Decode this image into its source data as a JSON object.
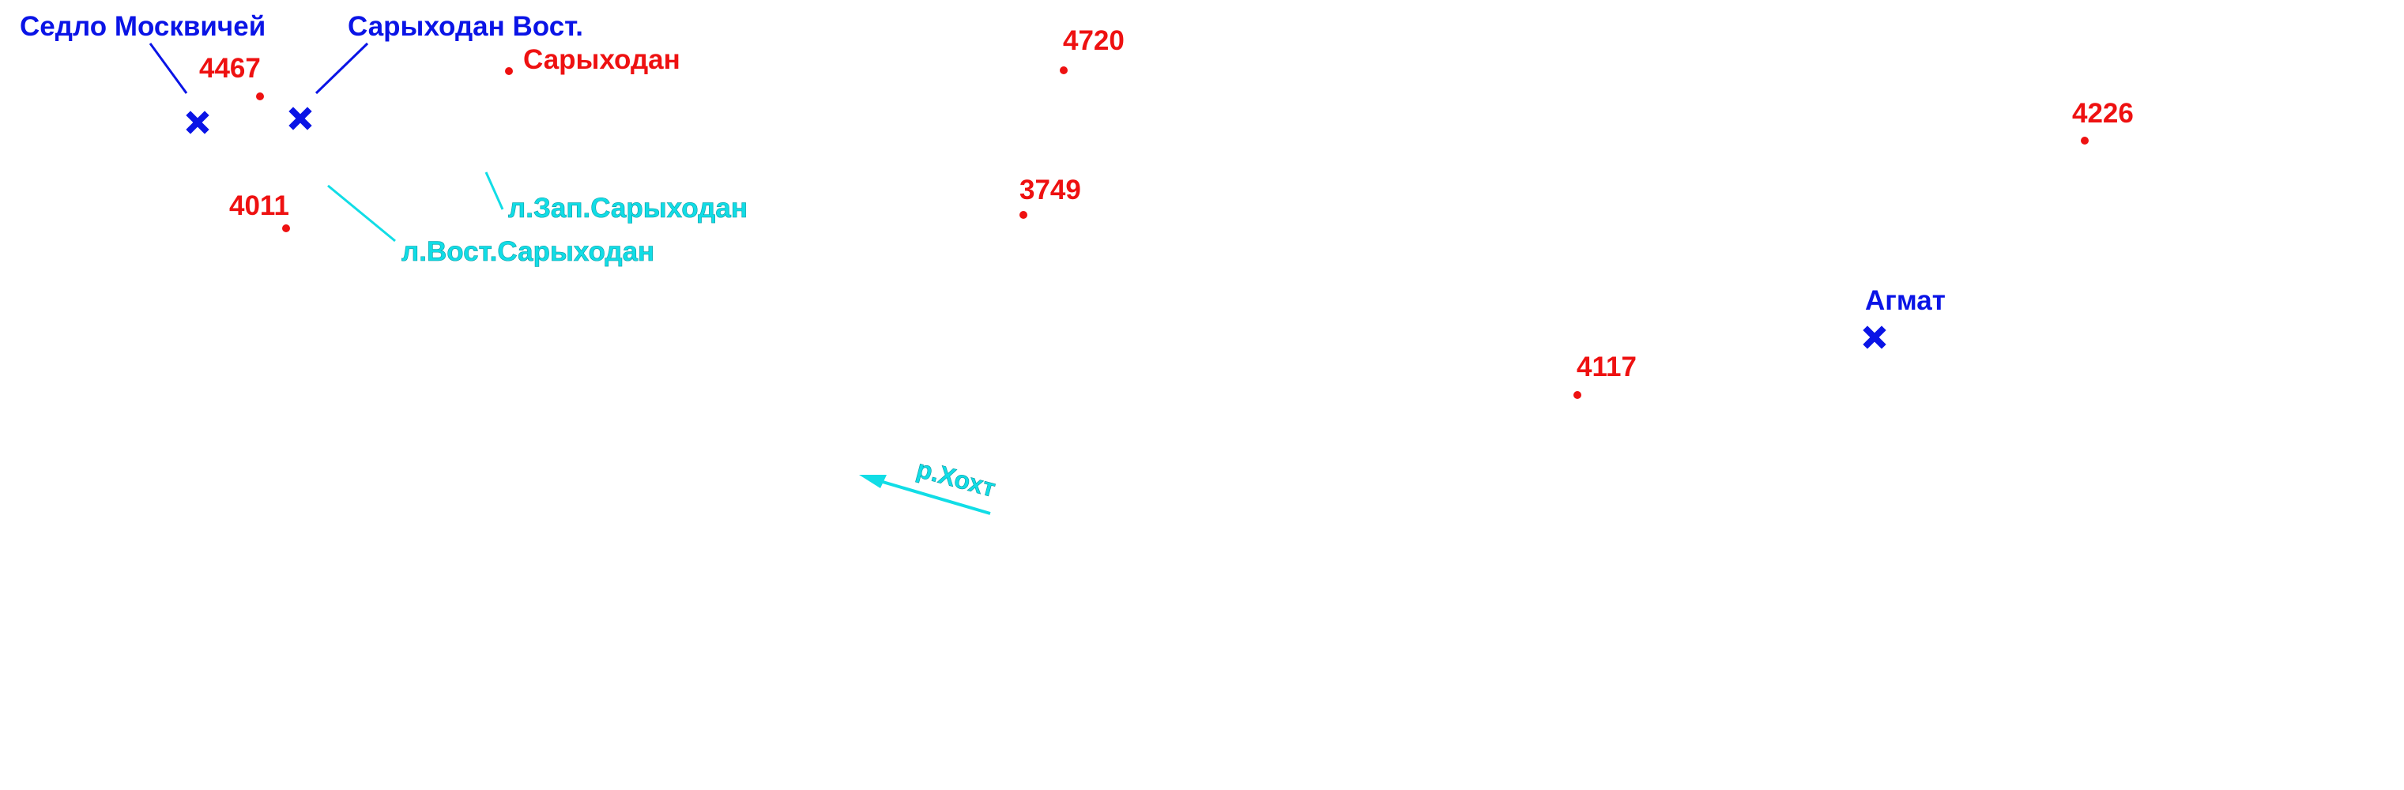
{
  "colors": {
    "peak": "#ee1111",
    "pass": "#0a14e6",
    "water": "#11dde6"
  },
  "icons": {
    "peak": "dot-icon",
    "pass": "cross-icon"
  },
  "passes": {
    "sedlo_moskvichey": "Седло Москвичей",
    "saryhodan_vost": "Сарыходан Вост.",
    "agmat": "Агмат"
  },
  "peaks": {
    "p4467": "4467",
    "saryhodan": "Сарыходан",
    "p4011": "4011",
    "p4720": "4720",
    "p3749": "3749",
    "p4226": "4226",
    "p4117": "4117"
  },
  "glaciers": {
    "zap_saryhodan": "л.Зап.Сарыходан",
    "vost_saryhodan": "л.Вост.Сарыходан"
  },
  "rivers": {
    "hoht": "р.Хохт"
  }
}
